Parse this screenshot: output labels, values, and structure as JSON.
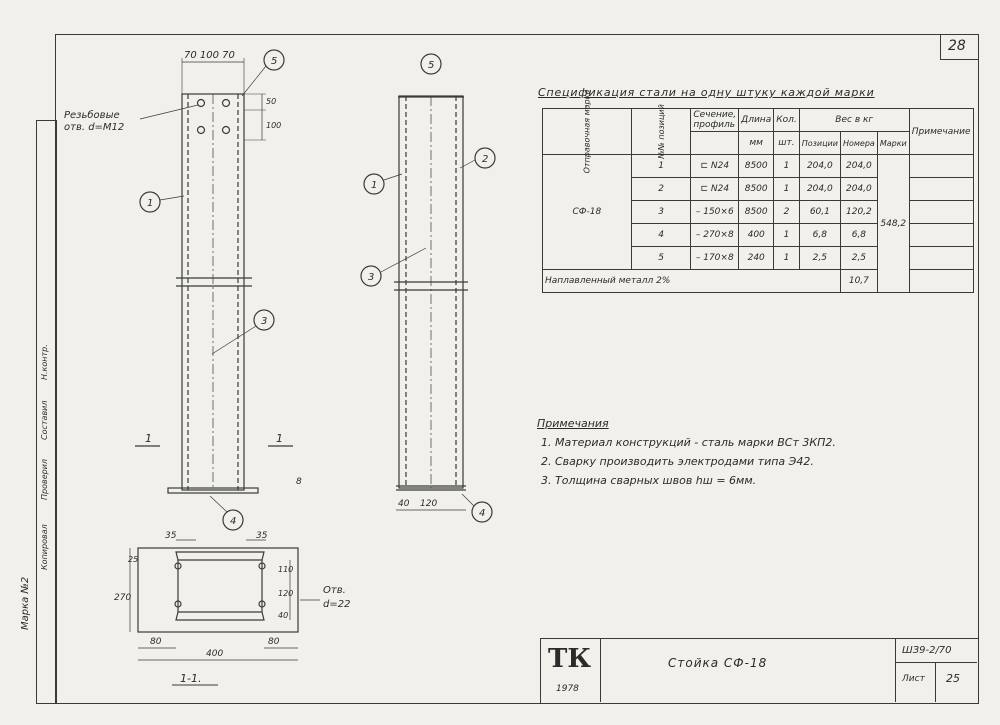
{
  "sheet_number": "28",
  "spec": {
    "title": "Спецификация стали на одну штуку каждой марки",
    "headers": {
      "mark": "Отправочная марка",
      "pos": "№№ позиций",
      "section": "Сечение, профиль",
      "length": "Длина",
      "length_unit": "мм",
      "qty": "Кол.",
      "qty_unit": "шт.",
      "weight": "Вес в кг",
      "w_pos": "Позиции",
      "w_num": "Номера",
      "w_mark": "Марки",
      "note": "Примечание"
    },
    "mark": "СФ-18",
    "mark_weight": "548,2",
    "rows": [
      {
        "pos": "1",
        "section": "⊏ N24",
        "length": "8500",
        "qty": "1",
        "w_pos": "204,0",
        "w_num": "204,0"
      },
      {
        "pos": "2",
        "section": "⊏ N24",
        "length": "8500",
        "qty": "1",
        "w_pos": "204,0",
        "w_num": "204,0"
      },
      {
        "pos": "3",
        "section": "– 150×6",
        "length": "8500",
        "qty": "2",
        "w_pos": "60,1",
        "w_num": "120,2"
      },
      {
        "pos": "4",
        "section": "– 270×8",
        "length": "400",
        "qty": "1",
        "w_pos": "6,8",
        "w_num": "6,8"
      },
      {
        "pos": "5",
        "section": "– 170×8",
        "length": "240",
        "qty": "1",
        "w_pos": "2,5",
        "w_num": "2,5"
      }
    ],
    "weld_label": "Наплавленный металл 2%",
    "weld_value": "10,7"
  },
  "notes": {
    "title": "Примечания",
    "items": [
      "1. Материал конструкций - сталь марки ВСт 3КП2.",
      "2. Сварку производить электродами типа Э42.",
      "3. Толщина сварных швов hш = 6мм."
    ]
  },
  "drawing": {
    "hole_label_1": "Резьбовые",
    "hole_label_2": "отв. d=M12",
    "dim_top": "70 100 70",
    "dim_50": "50",
    "dim_100": "100",
    "dim_40": "40",
    "dim_120": "120",
    "section_35a": "35",
    "section_35b": "35",
    "section_25": "25",
    "section_270": "270",
    "section_110": "110",
    "section_120": "120",
    "section_40": "40",
    "section_80a": "80",
    "section_80b": "80",
    "section_400": "400",
    "section_label": "1-1.",
    "hole_note_1": "Отв.",
    "hole_note_2": "d=22",
    "cut_mark_left": "1",
    "cut_mark_right": "1",
    "callouts": [
      "1",
      "2",
      "3",
      "4",
      "5"
    ],
    "dim_8": "8"
  },
  "title_block": {
    "logo": "ТК",
    "year": "1978",
    "name": "Стойка СФ-18",
    "code": "ШЗ9-2/70",
    "sheet_label": "Лист",
    "sheet_no": "25"
  },
  "margin_stamps": [
    "Марка №2",
    "Копировал",
    "Проверил",
    "Составил",
    "Н.контр."
  ]
}
